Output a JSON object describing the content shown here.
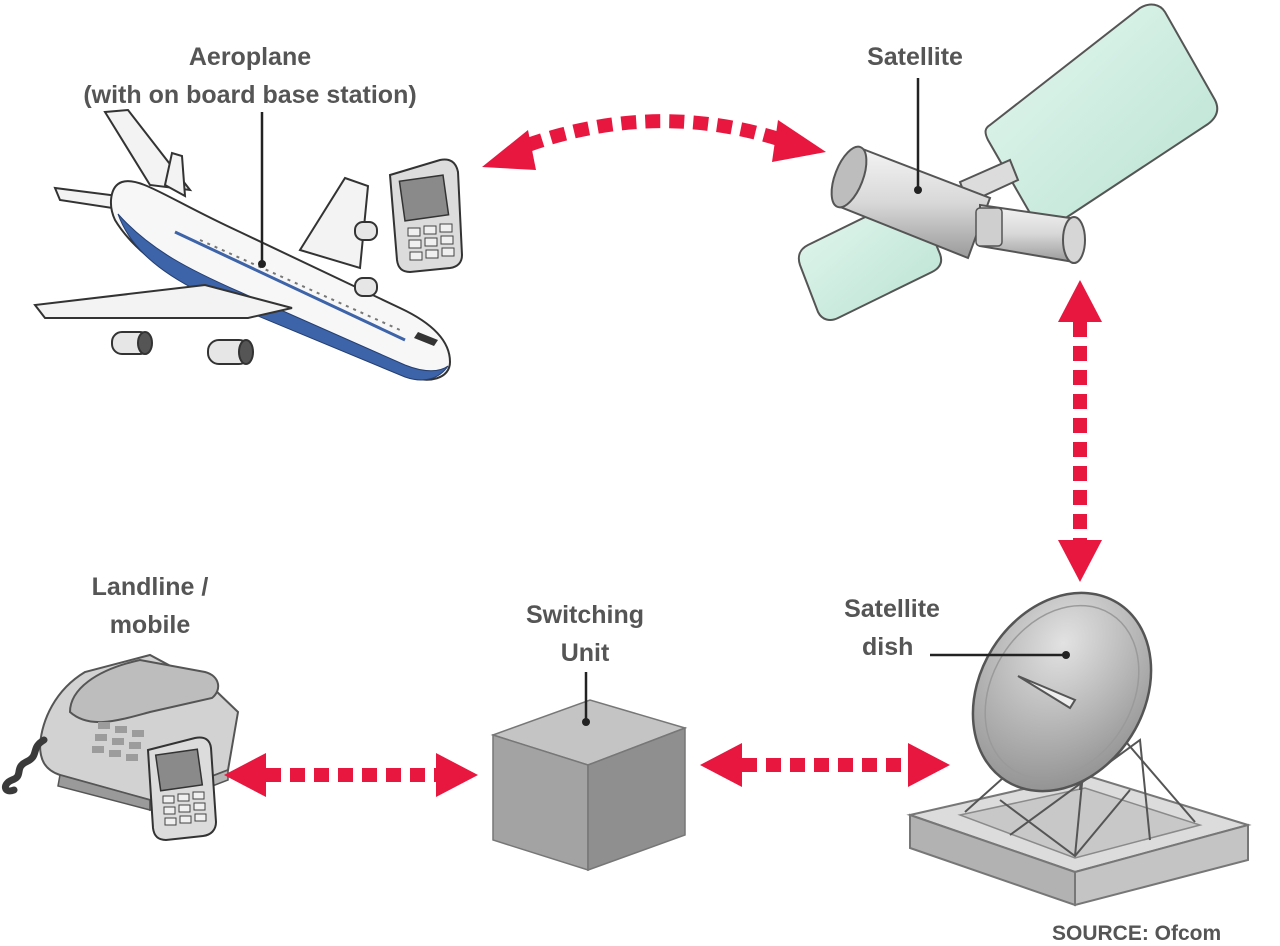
{
  "labels": {
    "aeroplane": {
      "line1": "Aeroplane",
      "line2": "(with on board base station)"
    },
    "satellite": "Satellite",
    "landline": {
      "line1": "Landline /",
      "line2": "mobile"
    },
    "switching_unit": {
      "line1": "Switching",
      "line2": "Unit"
    },
    "satellite_dish": {
      "line1": "Satellite",
      "line2": "dish"
    }
  },
  "source": "SOURCE: Ofcom",
  "colors": {
    "arrow": "#e8173f",
    "label_text": "#555555",
    "plane_stripe": "#3d63a8",
    "solar_panel": "#cdeee2",
    "box": "#9a9a9a"
  }
}
